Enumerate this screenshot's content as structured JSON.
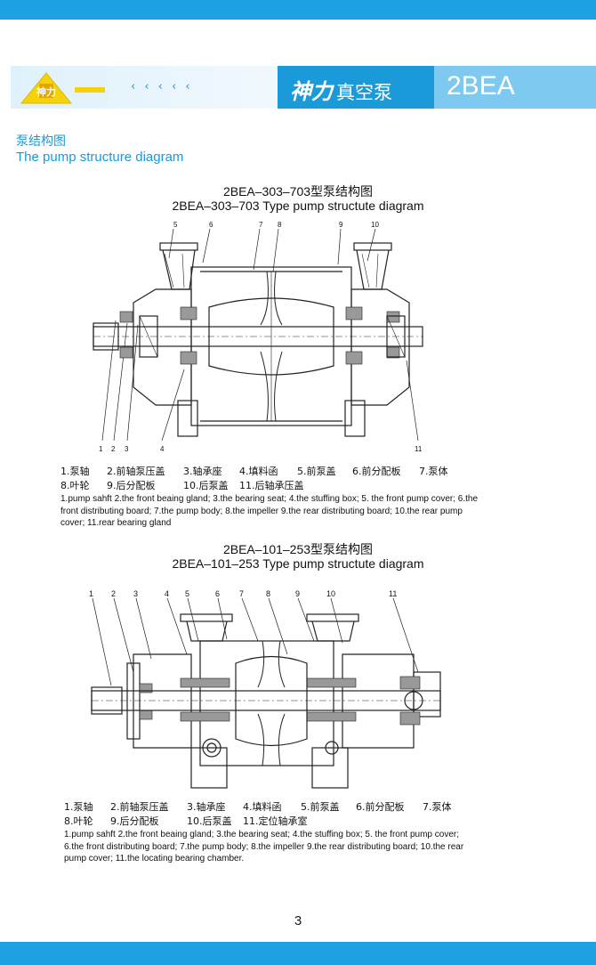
{
  "header": {
    "logo_text": "神力",
    "chevrons": "‹ ‹ ‹ ‹ ‹",
    "brand_main": "神力",
    "brand_sub": "真空泵",
    "model_code": "2BEA"
  },
  "section": {
    "title_cn": "泵结构图",
    "title_en": "The pump structure diagram"
  },
  "diagram1": {
    "title_cn": "2BEA–303–703型泵结构图",
    "title_en": "2BEA–303–703 Type pump structute diagram",
    "callouts": [
      "1",
      "2",
      "3",
      "4",
      "5",
      "6",
      "7",
      "8",
      "9",
      "10",
      "11"
    ],
    "legend_cn_row1": [
      "1.泵轴",
      "2.前轴泵压盖",
      "3.轴承座",
      "4.填料函",
      "5.前泵盖",
      "6.前分配板",
      "7.泵体"
    ],
    "legend_cn_row2": [
      "8.叶轮",
      "9.后分配板",
      "10.后泵盖",
      "11.后轴承压盖"
    ],
    "legend_en": "1.pump sahft  2.the front beaing gland; 3.the bearing seat; 4.the stuffing box;  5. the front pump cover; 6.the front distributing board; 7.the pump body; 8.the impeller 9.the rear distributing board; 10.the rear pump cover; 11.rear bearing gland"
  },
  "diagram2": {
    "title_cn": "2BEA–101–253型泵结构图",
    "title_en": "2BEA–101–253 Type pump structute diagram",
    "callouts": [
      "1",
      "2",
      "3",
      "4",
      "5",
      "6",
      "7",
      "8",
      "9",
      "10",
      "11"
    ],
    "legend_cn_row1": [
      "1.泵轴",
      "2.前轴泵压盖",
      "3.轴承座",
      "4.填料函",
      "5.前泵盖",
      "6.前分配板",
      "7.泵体"
    ],
    "legend_cn_row2": [
      "8.叶轮",
      "9.后分配板",
      "10.后泵盖",
      "11.定位轴承室"
    ],
    "legend_en": "1.pump sahft  2.the front beaing gland; 3.the bearing seat; 4.the stuffing box;  5. the front pump cover; 6.the front distributing board; 7.the pump body; 8.the impeller 9.the rear distributing board; 10.the rear pump cover; 11.the locating bearing chamber."
  },
  "page_number": "3"
}
